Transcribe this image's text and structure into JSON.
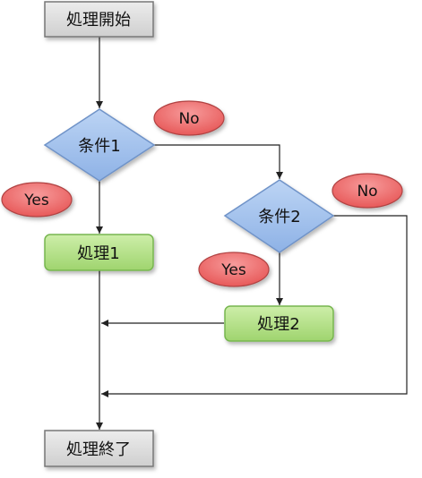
{
  "nodes": {
    "start": "処理開始",
    "cond1": "条件1",
    "cond2": "条件2",
    "proc1": "処理1",
    "proc2": "処理2",
    "end": "処理終了"
  },
  "badges": {
    "cond1_no": "No",
    "cond1_yes": "Yes",
    "cond2_no": "No",
    "cond2_yes": "Yes"
  },
  "colors": {
    "terminal_fill": "#d9d9d9",
    "terminal_stroke": "#777777",
    "decision_fill": "#a9c6ee",
    "decision_stroke": "#6f93c8",
    "process_fill": "#b8e28f",
    "process_stroke": "#77b650",
    "badge_fill": "#ef6b6b",
    "badge_stroke": "#b14343",
    "line": "#222222"
  }
}
